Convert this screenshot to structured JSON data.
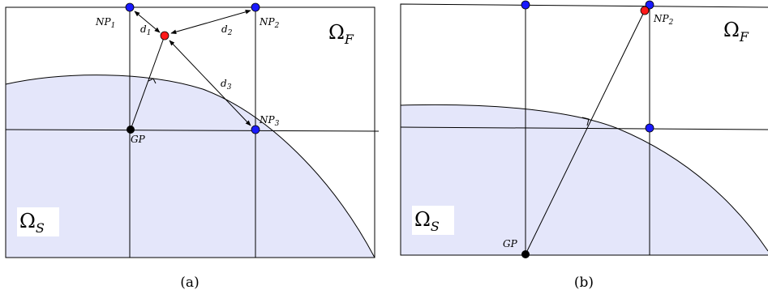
{
  "panel_a": {
    "caption": "(a)",
    "fluid_label": "Ω",
    "fluid_sub": "F",
    "solid_label": "Ω",
    "solid_sub": "S",
    "np1_label": "NP",
    "np1_sub": "1",
    "np2_label": "NP",
    "np2_sub": "2",
    "np3_label": "NP",
    "np3_sub": "3",
    "gp_label": "GP",
    "d1_label": "d",
    "d1_sub": "1",
    "d2_label": "d",
    "d2_sub": "2",
    "d3_label": "d",
    "d3_sub": "3"
  },
  "panel_b": {
    "caption": "(b)",
    "fluid_label": "Ω",
    "fluid_sub": "F",
    "solid_label": "Ω",
    "solid_sub": "S",
    "np2_label": "NP",
    "np2_sub": "2",
    "gp_label": "GP"
  },
  "colors": {
    "solid_fill": "#e4e6fa",
    "node_blue": "#1a1aff",
    "node_red": "#ff1a1a",
    "ghost_black": "#000000"
  }
}
